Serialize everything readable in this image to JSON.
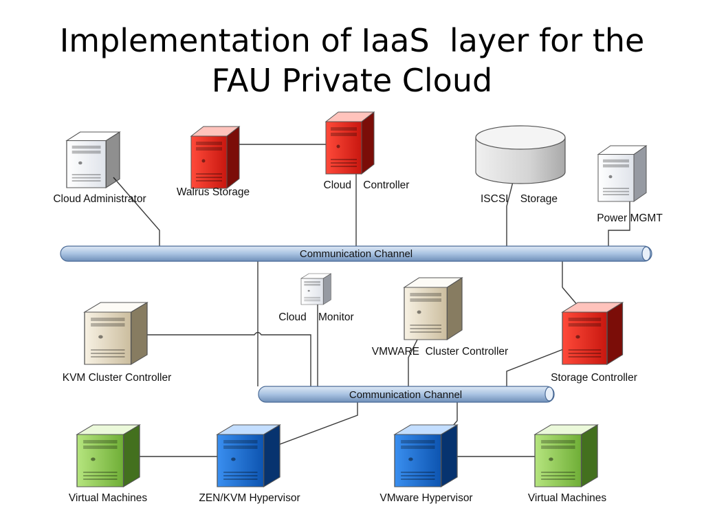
{
  "title": {
    "line1": "Implementation of IaaS  layer for the",
    "line2": "FAU Private Cloud"
  },
  "colors": {
    "channel": "#a9c3e2",
    "white_server": "#f5f6f8",
    "red_server": "#e42a22",
    "beige_server": "#e9dfc8",
    "blue_server": "#1f73d6",
    "green_server": "#93d05a",
    "storage_disk": "#d9d9d9"
  },
  "channels": {
    "top": "Communication Channel",
    "bottom": "Communication Channel"
  },
  "nodes": {
    "cloud_administrator": {
      "label": "Cloud Administrator",
      "icon": "white-server-icon"
    },
    "walrus_storage": {
      "label": "Walrus Storage",
      "icon": "red-server-icon"
    },
    "cloud_controller": {
      "label": "Cloud    Controller",
      "icon": "red-server-icon"
    },
    "iscsi_storage": {
      "label": "ISCSI    Storage",
      "icon": "storage-disk-icon"
    },
    "power_mgmt": {
      "label": "Power MGMT",
      "icon": "white-server-icon"
    },
    "cloud_monitor": {
      "label": "Cloud    Monitor",
      "icon": "white-server-icon"
    },
    "vmware_cluster_controller": {
      "label": "VMWARE  Cluster Controller",
      "icon": "beige-server-icon"
    },
    "kvm_cluster_controller": {
      "label": "KVM Cluster Controller",
      "icon": "beige-server-icon"
    },
    "storage_controller": {
      "label": "Storage Controller",
      "icon": "red-server-icon"
    },
    "virtual_machines_left": {
      "label": "Virtual Machines",
      "icon": "green-server-icon"
    },
    "zen_kvm_hypervisor": {
      "label": "ZEN/KVM Hypervisor",
      "icon": "blue-server-icon"
    },
    "vmware_hypervisor": {
      "label": "VMware Hypervisor",
      "icon": "blue-server-icon"
    },
    "virtual_machines_right": {
      "label": "Virtual Machines",
      "icon": "green-server-icon"
    }
  }
}
